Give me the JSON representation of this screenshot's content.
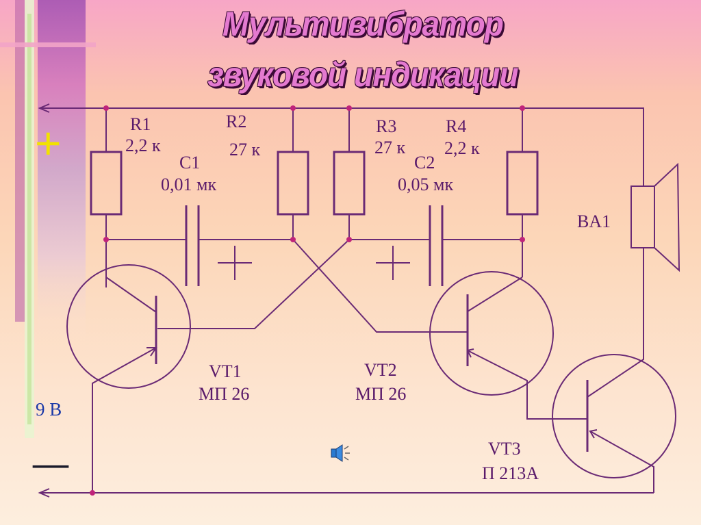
{
  "title": {
    "line1": "Мультивибратор",
    "line2": "звуковой индикации"
  },
  "power": {
    "plus_symbol": "+",
    "voltage": "9 В",
    "minus_symbol": "—"
  },
  "components": {
    "r1": {
      "name": "R1",
      "value": "2,2 к"
    },
    "r2": {
      "name": "R2",
      "value": "27 к"
    },
    "r3": {
      "name": "R3",
      "value": "27 к"
    },
    "r4": {
      "name": "R4",
      "value": "2,2 к"
    },
    "c1": {
      "name": "C1",
      "value": "0,01 мк"
    },
    "c2": {
      "name": "C2",
      "value": "0,05 мк"
    },
    "vt1": {
      "name": "VT1",
      "model": "МП 26"
    },
    "vt2": {
      "name": "VT2",
      "model": "МП 26"
    },
    "vt3": {
      "name": "VT3",
      "model": "П 213А"
    },
    "ba1": {
      "name": "BA1"
    }
  },
  "colors": {
    "wire": "#6a2a75",
    "node": "#c0247a",
    "title_fill": "#e47ad0",
    "plus": "#f2e200",
    "voltage_text": "#1c3aa8"
  },
  "icons": [
    "sound-speaker-icon"
  ]
}
